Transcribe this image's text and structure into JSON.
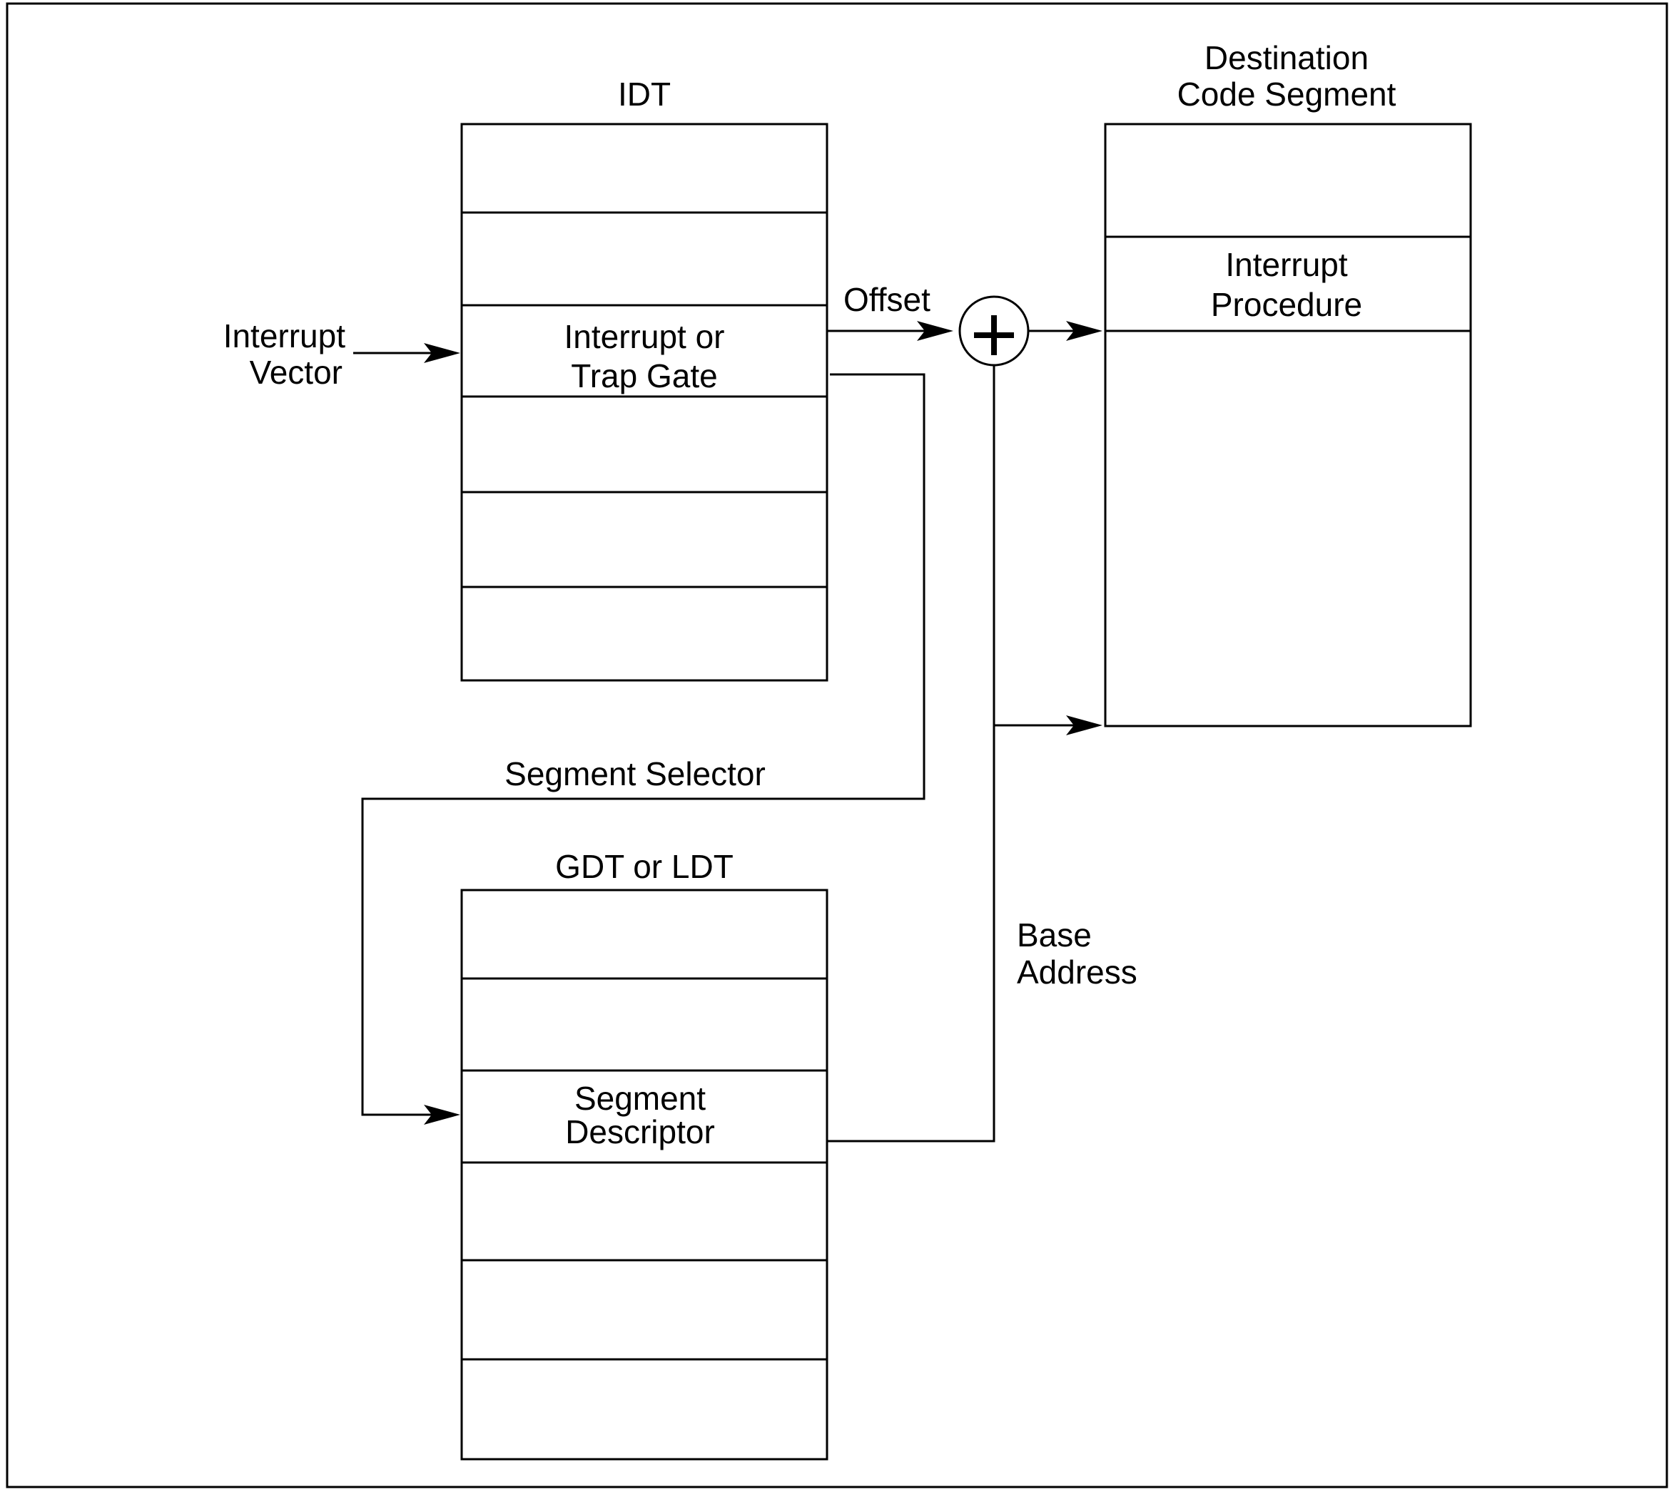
{
  "idt": {
    "title": "IDT",
    "gate_label_line1": "Interrupt or",
    "gate_label_line2": "Trap Gate"
  },
  "destination": {
    "title_line1": "Destination",
    "title_line2": "Code Segment",
    "procedure_line1": "Interrupt",
    "procedure_line2": "Procedure"
  },
  "descriptor_table": {
    "title": "GDT or LDT",
    "descriptor_line1": "Segment",
    "descriptor_line2": "Descriptor"
  },
  "labels": {
    "interrupt_vector_line1": "Interrupt",
    "interrupt_vector_line2": "Vector",
    "offset": "Offset",
    "segment_selector": "Segment Selector",
    "base_address_line1": "Base",
    "base_address_line2": "Address"
  },
  "adder": {
    "symbol": "+"
  }
}
